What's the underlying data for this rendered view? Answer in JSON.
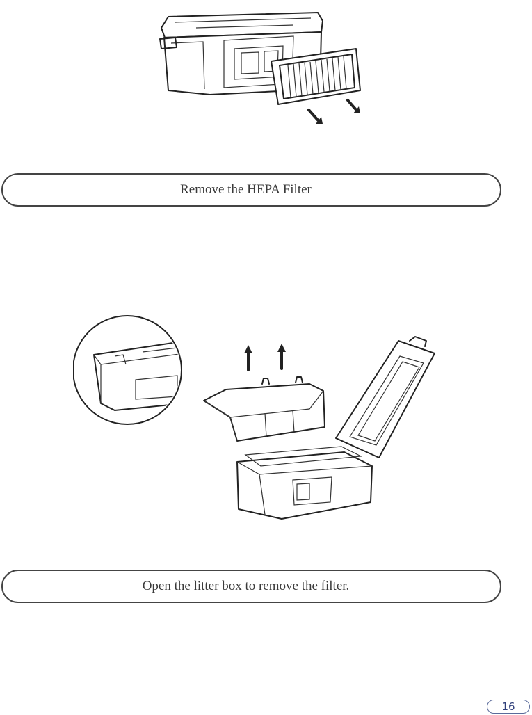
{
  "steps": [
    {
      "caption": "Remove the HEPA Filter",
      "illustration": "hepa-filter-removal"
    },
    {
      "caption": "Open the litter box to remove the filter.",
      "illustration": "litter-box-open-filter-removal"
    }
  ],
  "page_number": "16",
  "colors": {
    "outline": "#444444",
    "page_number_accent": "#2f3f7a"
  }
}
